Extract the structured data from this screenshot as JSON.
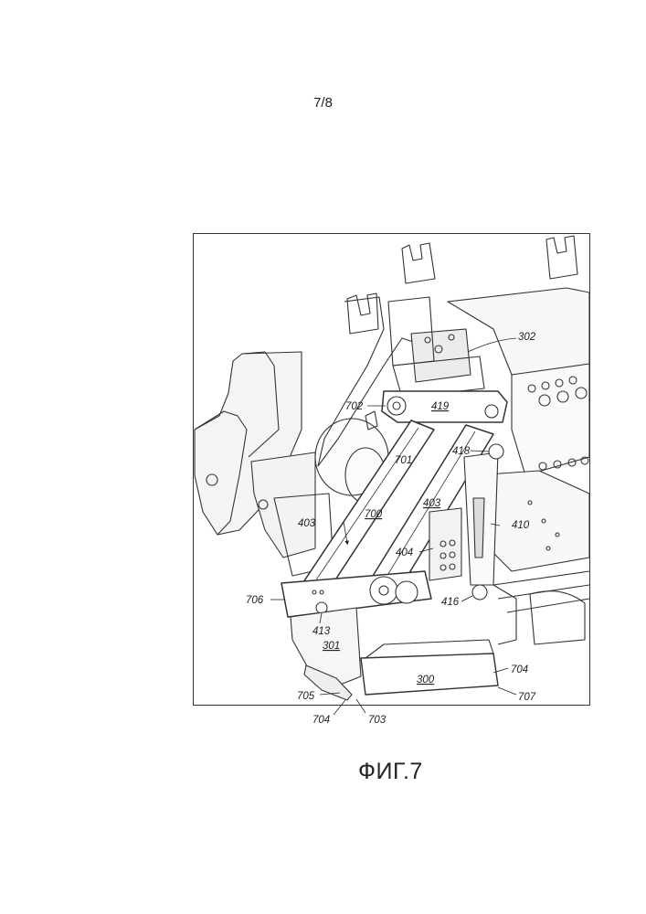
{
  "page": {
    "number": "7/8",
    "caption": "ФИГ.7"
  },
  "labels": {
    "l302": "302",
    "l702": "702",
    "l419": "419",
    "l418": "418",
    "l701": "701",
    "l700": "700",
    "l403a": "403",
    "l403b": "403",
    "l410": "410",
    "l404": "404",
    "l416": "416",
    "l706": "706",
    "l413": "413",
    "l301": "301",
    "l704a": "704",
    "l300": "300",
    "l705": "705",
    "l707": "707",
    "l704b": "704",
    "l703": "703"
  }
}
